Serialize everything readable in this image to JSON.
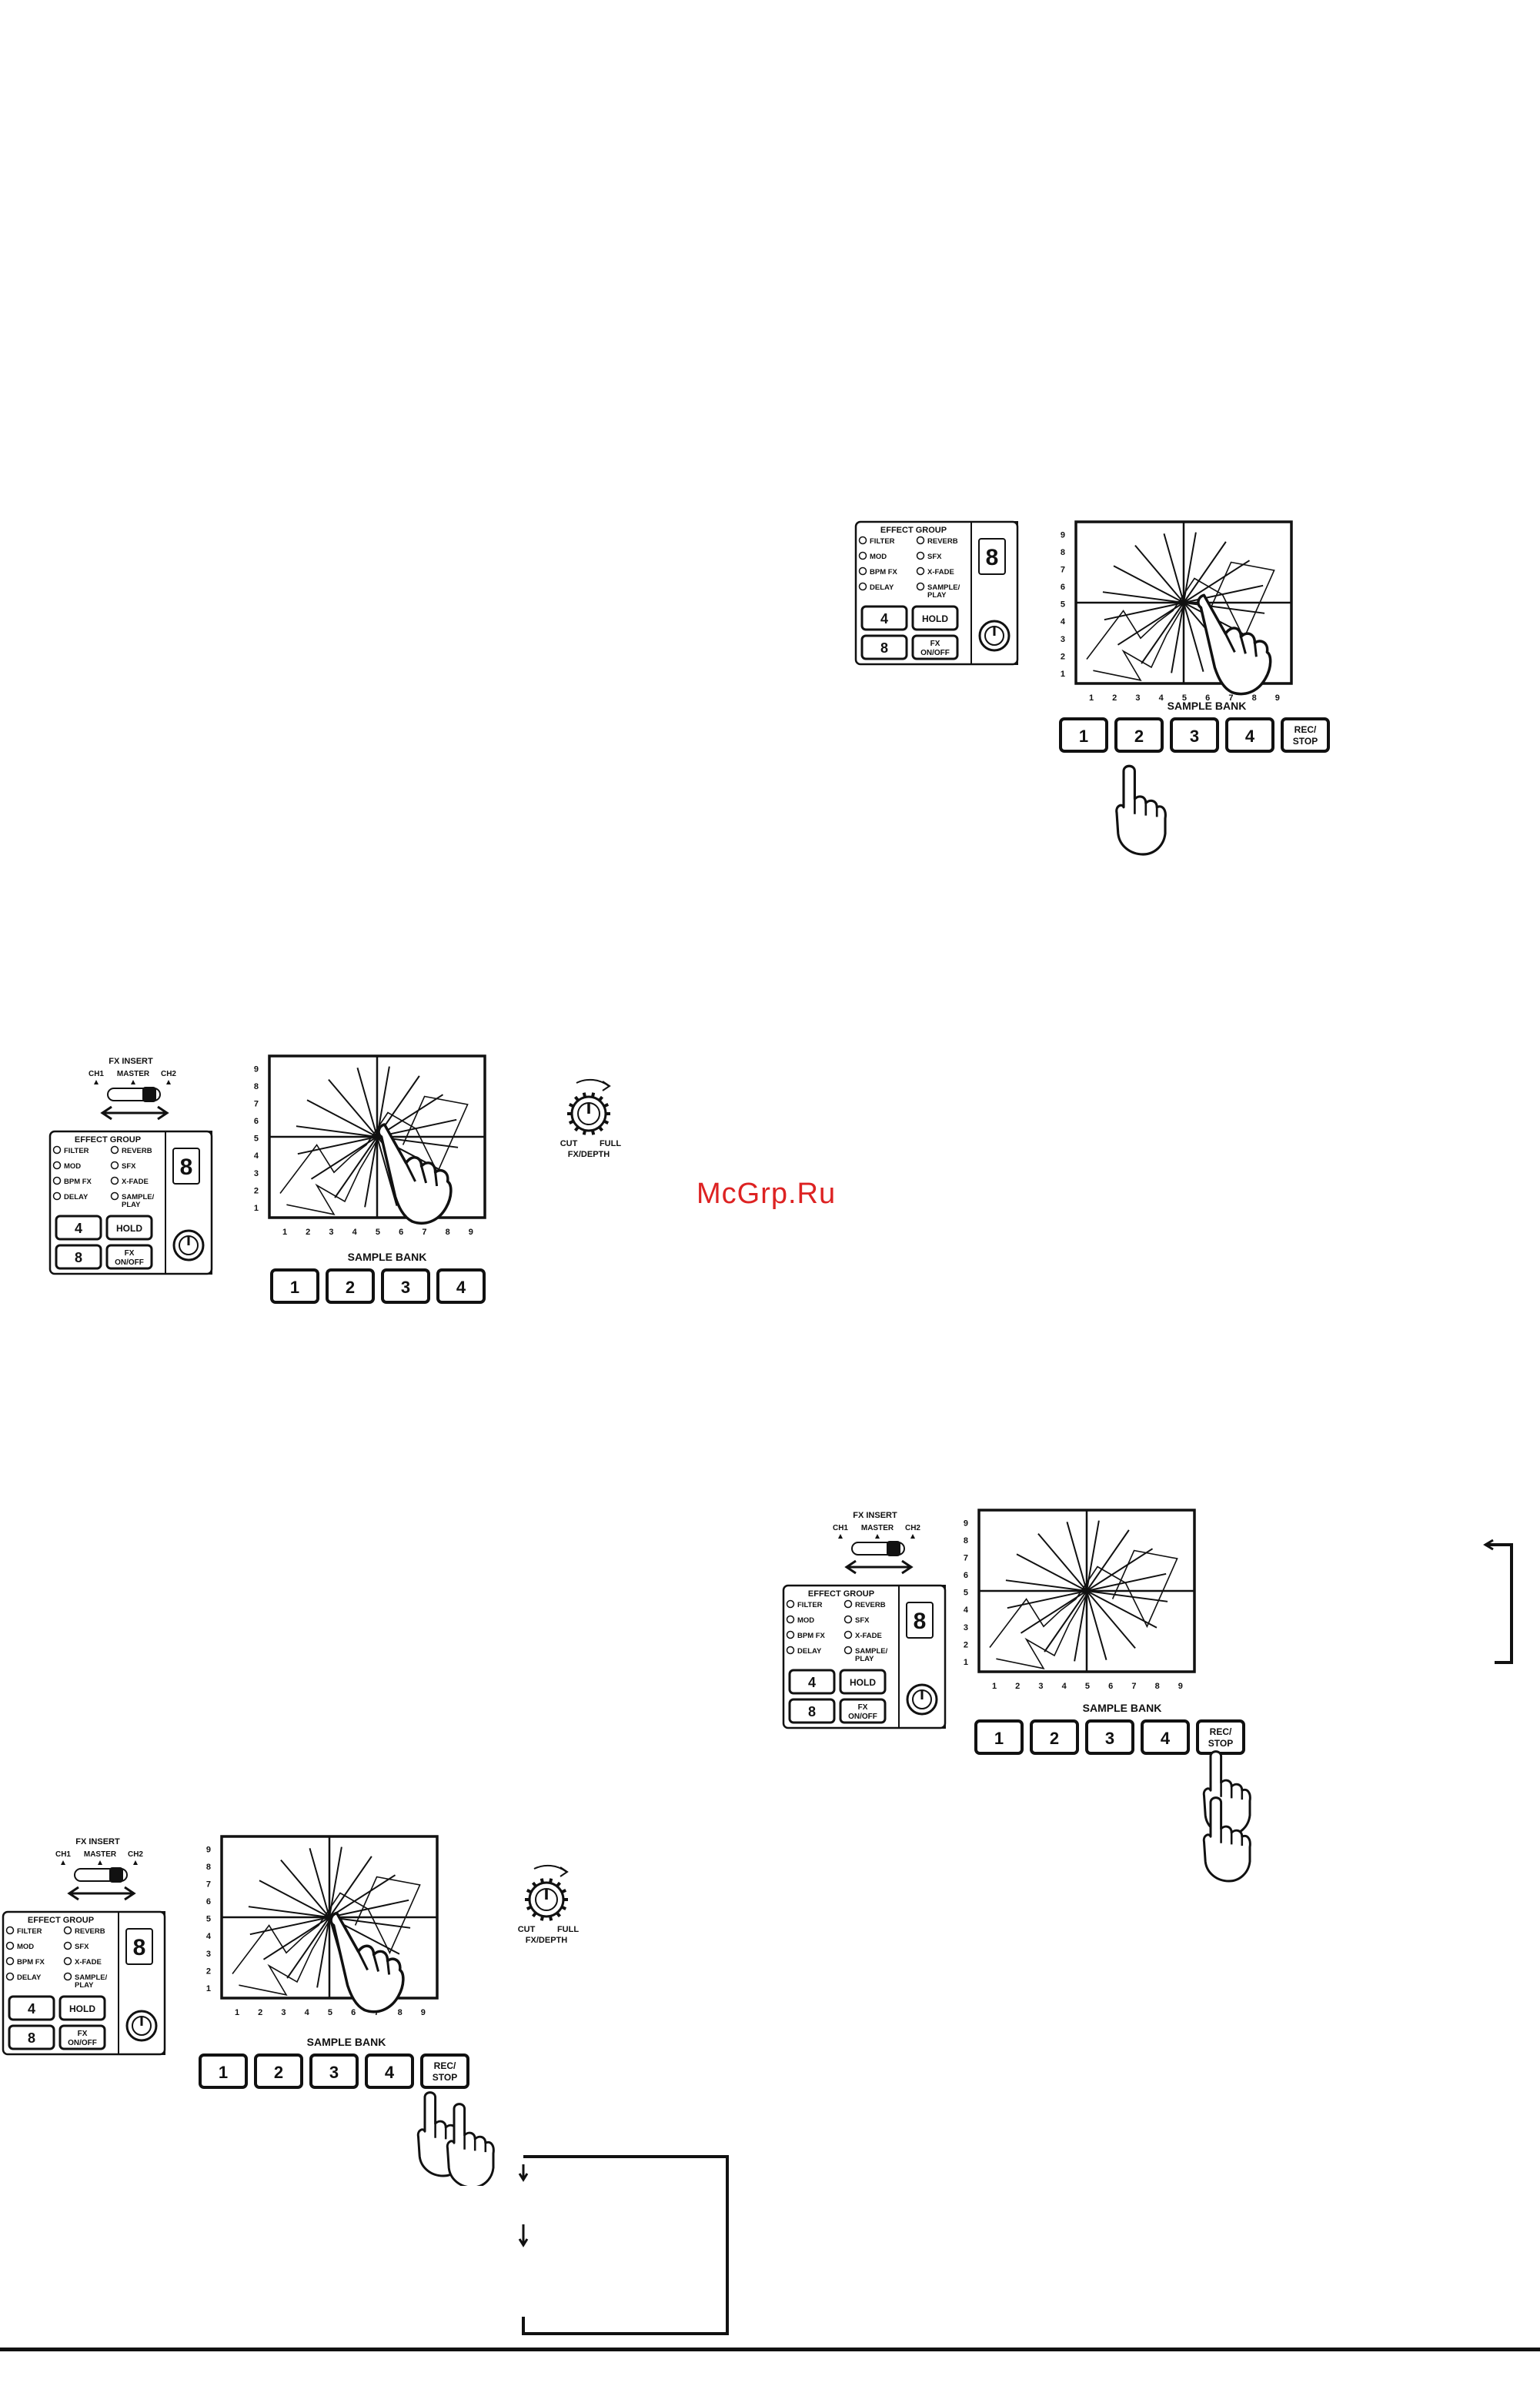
{
  "watermark": "McGrp.Ru",
  "effect_group": {
    "title": "EFFECT GROUP",
    "left": [
      "FILTER",
      "MOD",
      "BPM FX",
      "DELAY"
    ],
    "right": [
      "REVERB",
      "SFX",
      "X-FADE",
      "SAMPLE/"
    ],
    "right_extra": "PLAY"
  },
  "buttons": {
    "four": "4",
    "eight": "8",
    "hold": "HOLD",
    "fx_on_off_top": "FX",
    "fx_on_off_bottom": "ON/OFF"
  },
  "display_digit": "8",
  "fx_insert": {
    "title": "FX INSERT",
    "positions": [
      "CH1",
      "MASTER",
      "CH2"
    ]
  },
  "fx_depth": {
    "label": "FX/DEPTH",
    "min": "CUT",
    "max": "FULL"
  },
  "pad": {
    "y_ticks": [
      "1",
      "2",
      "3",
      "4",
      "5",
      "6",
      "7",
      "8",
      "9"
    ],
    "x_ticks": [
      "1",
      "2",
      "3",
      "4",
      "5",
      "6",
      "7",
      "8",
      "9"
    ]
  },
  "sample_bank": {
    "title": "SAMPLE BANK",
    "buttons": [
      "1",
      "2",
      "3",
      "4"
    ],
    "rec_stop_top": "REC/",
    "rec_stop_bottom": "STOP"
  }
}
